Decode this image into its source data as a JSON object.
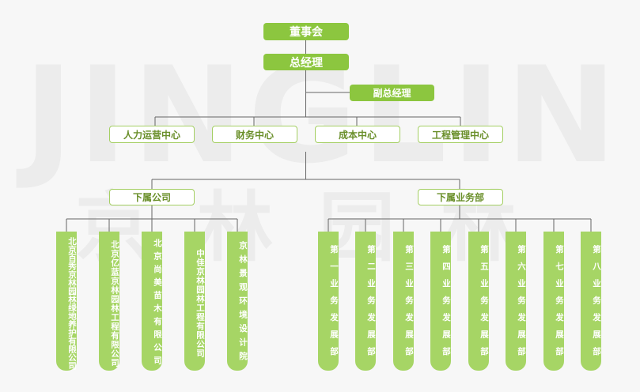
{
  "watermark": {
    "latin": "JINGLIN",
    "chinese": "京林园林"
  },
  "chairman": "董事会",
  "gm": "总经理",
  "deputy": "副总经理",
  "centers": [
    "人力运营中心",
    "财务中心",
    "成本中心",
    "工程管理中心"
  ],
  "subsidiaries": {
    "label": "下属公司",
    "items": [
      "北京百秀京林园林绿地养护有限公司",
      "北京亿蓝京林园林工程有限公司",
      "北京尚美苗木有限公司",
      "中佳京林园林工程有限公司",
      "京林景观环境设计院"
    ]
  },
  "departments": {
    "label": "下属业务部",
    "items": [
      "第一业务发展部",
      "第二业务发展部",
      "第三业务发展部",
      "第四业务发展部",
      "第五业务发展部",
      "第六业务发展部",
      "第七业务发展部",
      "第八业务发展部"
    ]
  },
  "colors": {
    "accent": "#8cc63f",
    "pill": "#a6d565",
    "line": "#666666"
  }
}
